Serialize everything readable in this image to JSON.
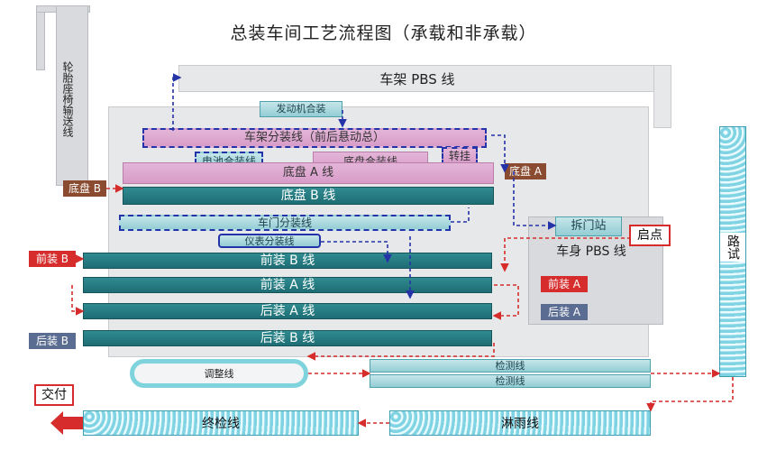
{
  "title": "总装车间工艺流程图（承载和非承载）",
  "lines": {
    "frame_pbs": "车架 PBS 线",
    "tire_seat": "轮胎座椅输送线",
    "engine_install": "发动机合装",
    "frame_sub": "车架分装线（前后悬动总）",
    "battery": "电池合装线",
    "chassis_combo": "底盘合装线",
    "transfer": "转挂",
    "chassis_a": "底盘 A 线",
    "chassis_b": "底盘 B 线",
    "door_sub": "车门分装线",
    "dash_sub": "仪表分装线",
    "door_remove": "拆门站",
    "body_pbs": "车身 PBS 线",
    "start": "启点",
    "front_b": "前装 B 线",
    "front_a": "前装 A 线",
    "rear_a": "后装 A 线",
    "rear_b": "后装 B 线",
    "road_test": "路试",
    "adjust": "调整线",
    "inspect_1": "检测线",
    "inspect_2": "检测线",
    "delivery": "交付",
    "final_check": "终检线",
    "rain": "淋雨线"
  },
  "tags": {
    "chassis_b": "底盘 B",
    "chassis_a": "底盘 A",
    "front_b": "前装 B",
    "front_a": "前装 A",
    "rear_a": "后装 A",
    "rear_b": "后装 B"
  },
  "colors": {
    "teal": "#1e6d74",
    "pink": "#d79cc9",
    "blue_dash": "#2433a8",
    "red_dash": "#d62c2c",
    "brown": "#8a4b30",
    "slate": "#5a6c92"
  }
}
